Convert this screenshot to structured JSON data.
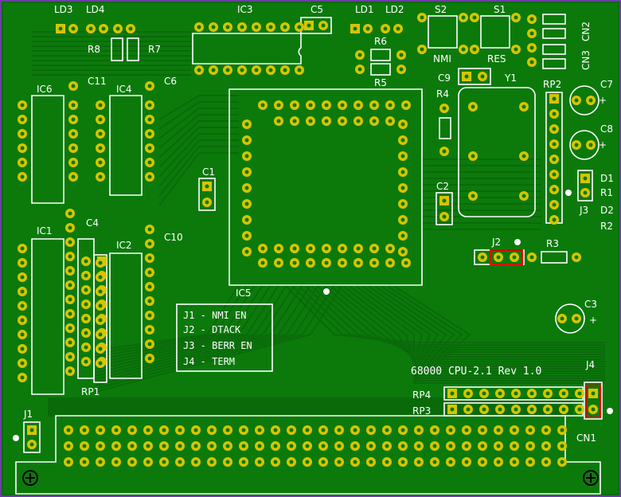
{
  "colors": {
    "board": "#0b7a0b",
    "trace": "#0a6a0a",
    "silk": "#ffffff",
    "pad": "#d8c400",
    "frame": "#6b3fa0",
    "jumper_red": "#e00000"
  },
  "labels": {
    "ld3": "LD3",
    "ld4": "LD4",
    "ic3": "IC3",
    "c5": "C5",
    "ld1": "LD1",
    "ld2": "LD2",
    "s2": "S2",
    "s1": "S1",
    "cn2": "CN2",
    "cn3": "CN3",
    "r8": "R8",
    "r7": "R7",
    "r6": "R6",
    "r5": "R5",
    "nmi": "NMI",
    "res": "RES",
    "c9": "C9",
    "y1": "Y1",
    "ic6": "IC6",
    "c11": "C11",
    "ic4": "IC4",
    "c6": "C6",
    "r4": "R4",
    "rp2": "RP2",
    "c7": "C7",
    "c8": "C8",
    "d1": "D1",
    "r1": "R1",
    "j3": "J3",
    "d2": "D2",
    "r2": "R2",
    "c1": "C1",
    "c2": "C2",
    "c4": "C4",
    "ic1": "IC1",
    "ic2": "IC2",
    "c10": "C10",
    "j2": "J2",
    "r3": "R3",
    "ic5": "IC5",
    "c3": "C3",
    "rp1": "RP1",
    "j4": "J4",
    "rp4": "RP4",
    "rp3": "RP3",
    "j1": "J1",
    "cn1": "CN1"
  },
  "legend": [
    "J1 - NMI EN",
    "J2 - DTACK",
    "J3 - BERR EN",
    "J4 - TERM"
  ],
  "board_title": "68000 CPU-2.1 Rev 1.0"
}
